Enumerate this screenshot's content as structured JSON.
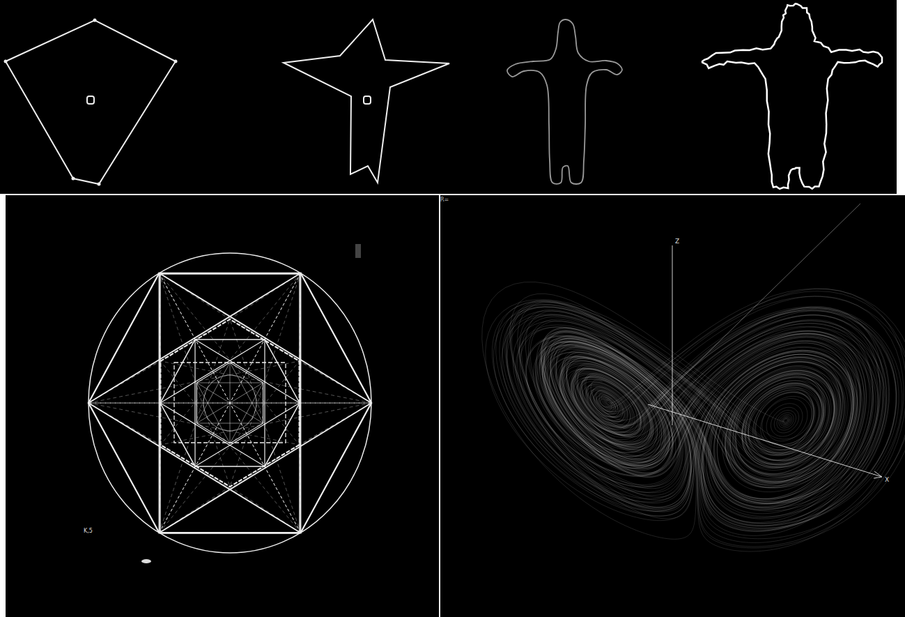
{
  "diagram": {
    "labels": [
      "R=",
      "K,5",
      "Z",
      "X"
    ]
  }
}
